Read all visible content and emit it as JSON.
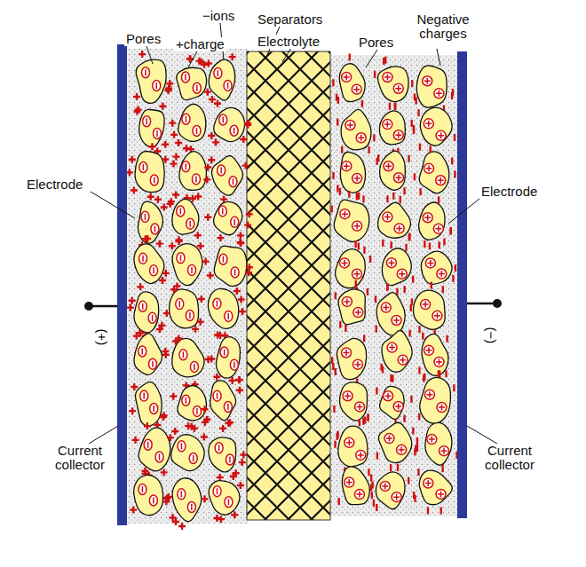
{
  "diagram": {
    "labels": [
      "Pores",
      "+charge",
      "−ions",
      "Separators",
      "Electrolyte",
      "Pores",
      "Negative charges",
      "Electrode",
      "Electrode",
      "(+)",
      "(−)",
      "Current collector",
      "Current collector"
    ]
  }
}
